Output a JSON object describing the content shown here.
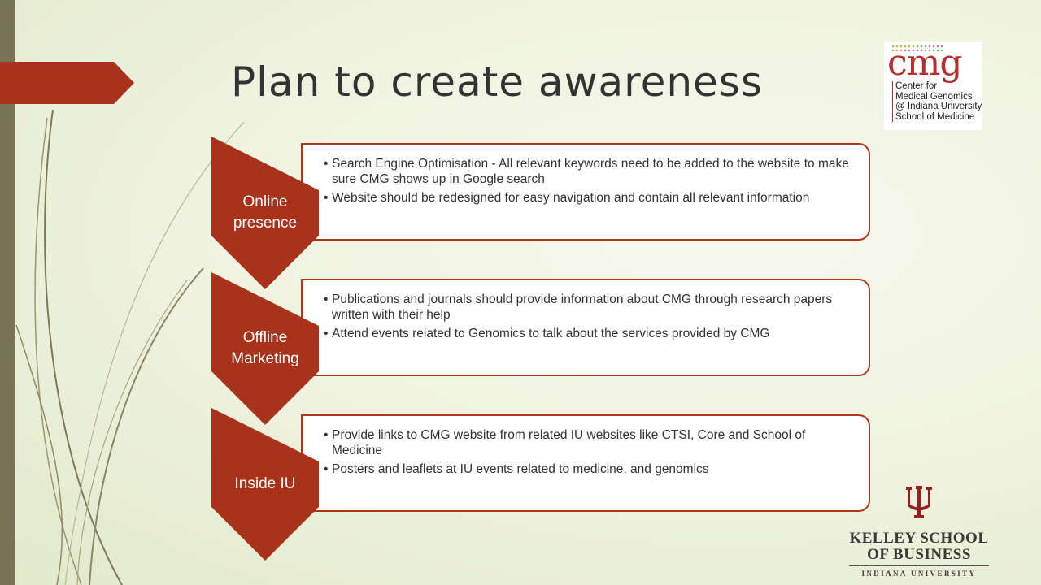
{
  "slide": {
    "title": "Plan to create awareness",
    "accent_color": "#a8321a",
    "background_color": "#eef2de"
  },
  "logos": {
    "cmg": {
      "word": "cmg",
      "lines": [
        "Center for",
        "Medical Genomics",
        "@ Indiana University",
        "School of Medicine"
      ]
    },
    "kelley": {
      "line1": "KELLEY SCHOOL",
      "line2": "OF BUSINESS",
      "line3": "INDIANA UNIVERSITY",
      "icon": "iu-trident-icon"
    }
  },
  "sections": [
    {
      "label": "Online presence",
      "bullets": [
        "Search Engine Optimisation - All relevant keywords need to be added to the website to make sure CMG shows up in Google search",
        "Website should be redesigned for easy navigation and contain all relevant information"
      ]
    },
    {
      "label": "Offline Marketing",
      "bullets": [
        "Publications and journals should provide information about CMG through research papers written with their help",
        "Attend events related to Genomics to talk about the services provided by CMG"
      ]
    },
    {
      "label": "Inside IU",
      "bullets": [
        "Provide links to CMG website from related IU websites like CTSI, Core and School of Medicine",
        "Posters and leaflets at IU events related to medicine, and genomics"
      ]
    }
  ]
}
